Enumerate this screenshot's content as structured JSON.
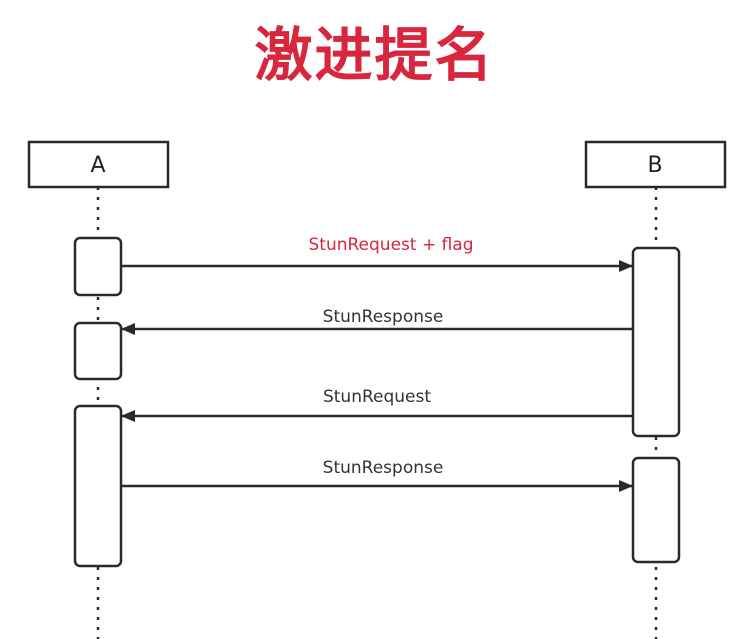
{
  "title": "激进提名",
  "colors": {
    "title": "#d7263d",
    "highlight": "#d7263d",
    "line": "#2a2a2a",
    "text": "#333333"
  },
  "actors": [
    {
      "id": "A",
      "label": "A"
    },
    {
      "id": "B",
      "label": "B"
    }
  ],
  "messages": [
    {
      "from": "A",
      "to": "B",
      "label": "StunRequest + flag",
      "highlight": true
    },
    {
      "from": "B",
      "to": "A",
      "label": "StunResponse",
      "highlight": false
    },
    {
      "from": "B",
      "to": "A",
      "label": "StunRequest",
      "highlight": false
    },
    {
      "from": "A",
      "to": "B",
      "label": "StunResponse",
      "highlight": false
    }
  ]
}
